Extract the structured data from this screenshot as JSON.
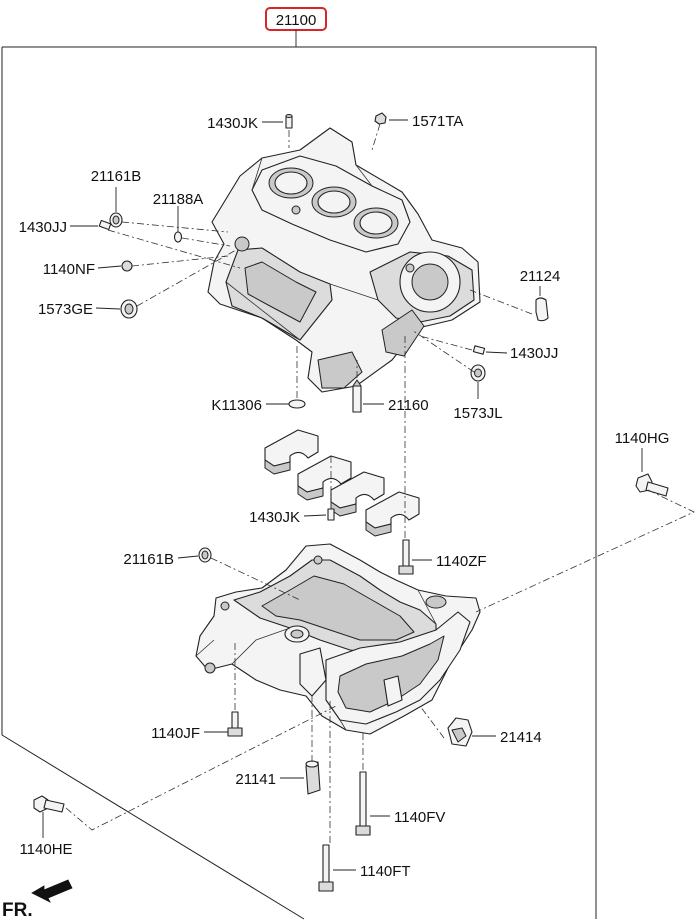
{
  "assembly": {
    "part_number": "21100",
    "highlight_color": "#d9252a"
  },
  "labels": {
    "p1430JK_top": "1430JK",
    "p1571TA": "1571TA",
    "p21161B_top": "21161B",
    "p21188A": "21188A",
    "p1430JJ_left": "1430JJ",
    "p1140NF": "1140NF",
    "p1573GE": "1573GE",
    "p21124": "21124",
    "p1430JJ_right": "1430JJ",
    "p1573JL": "1573JL",
    "pK11306": "K11306",
    "p21160": "21160",
    "p1140HG": "1140HG",
    "p1430JK_mid": "1430JK",
    "p21161B_low": "21161B",
    "p1140ZF": "1140ZF",
    "p1140JF": "1140JF",
    "p21414": "21414",
    "p21141": "21141",
    "p1140FV": "1140FV",
    "p1140HE": "1140HE",
    "p1140FT": "1140FT"
  },
  "front_indicator": {
    "text": "FR.",
    "icon": "arrow-front-icon"
  }
}
